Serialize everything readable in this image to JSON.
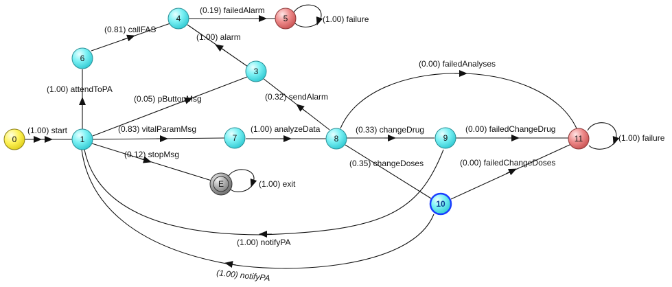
{
  "nodes": [
    {
      "id": "n0",
      "label": "0",
      "kind": "start"
    },
    {
      "id": "n1",
      "label": "1",
      "kind": "normal"
    },
    {
      "id": "n3",
      "label": "3",
      "kind": "normal"
    },
    {
      "id": "n4",
      "label": "4",
      "kind": "normal"
    },
    {
      "id": "n5",
      "label": "5",
      "kind": "failure"
    },
    {
      "id": "n6",
      "label": "6",
      "kind": "normal"
    },
    {
      "id": "n7",
      "label": "7",
      "kind": "normal"
    },
    {
      "id": "n8",
      "label": "8",
      "kind": "normal"
    },
    {
      "id": "n9",
      "label": "9",
      "kind": "normal"
    },
    {
      "id": "n10",
      "label": "10",
      "kind": "selected"
    },
    {
      "id": "n11",
      "label": "11",
      "kind": "failure"
    },
    {
      "id": "nE",
      "label": "E",
      "kind": "exit"
    }
  ],
  "edges": [
    {
      "id": "e0_1",
      "label": "(1.00) start"
    },
    {
      "id": "e1_6",
      "label": "(1.00) attendToPA"
    },
    {
      "id": "e6_4",
      "label": "(0.81) callFAS"
    },
    {
      "id": "e4_5",
      "label": "(0.19) failedAlarm"
    },
    {
      "id": "e5_5",
      "label": "(1.00) failure"
    },
    {
      "id": "e3_4",
      "label": "(1.00) alarm"
    },
    {
      "id": "e1_3",
      "label": "(0.05) pButtonMsg"
    },
    {
      "id": "e1_7",
      "label": "(0.83) vitalParamMsg"
    },
    {
      "id": "e1_E",
      "label": "(0.12) stopMsg"
    },
    {
      "id": "eE_E",
      "label": "(1.00) exit"
    },
    {
      "id": "e7_8",
      "label": "(1.00) analyzeData"
    },
    {
      "id": "e8_3",
      "label": "(0.32) sendAlarm"
    },
    {
      "id": "e8_9",
      "label": "(0.33) changeDrug"
    },
    {
      "id": "e8_10",
      "label": "(0.35) changeDoses"
    },
    {
      "id": "e9_11",
      "label": "(0.00) failedChangeDrug"
    },
    {
      "id": "e10_11",
      "label": "(0.00) failedChangeDoses"
    },
    {
      "id": "e8_11",
      "label": "(0.00) failedAnalyses"
    },
    {
      "id": "e11_11",
      "label": "(1.00) failure"
    },
    {
      "id": "e9_1",
      "label": "(1.00) notifyPA"
    },
    {
      "id": "e10_1",
      "label": "(1.00) notifyPA"
    }
  ],
  "colors": {
    "normal": "#5ee8ee",
    "start": "#fff35a",
    "failure": "#ee8a8a",
    "exit": "#a8a8a8",
    "selected_border": "#1a3dff"
  }
}
